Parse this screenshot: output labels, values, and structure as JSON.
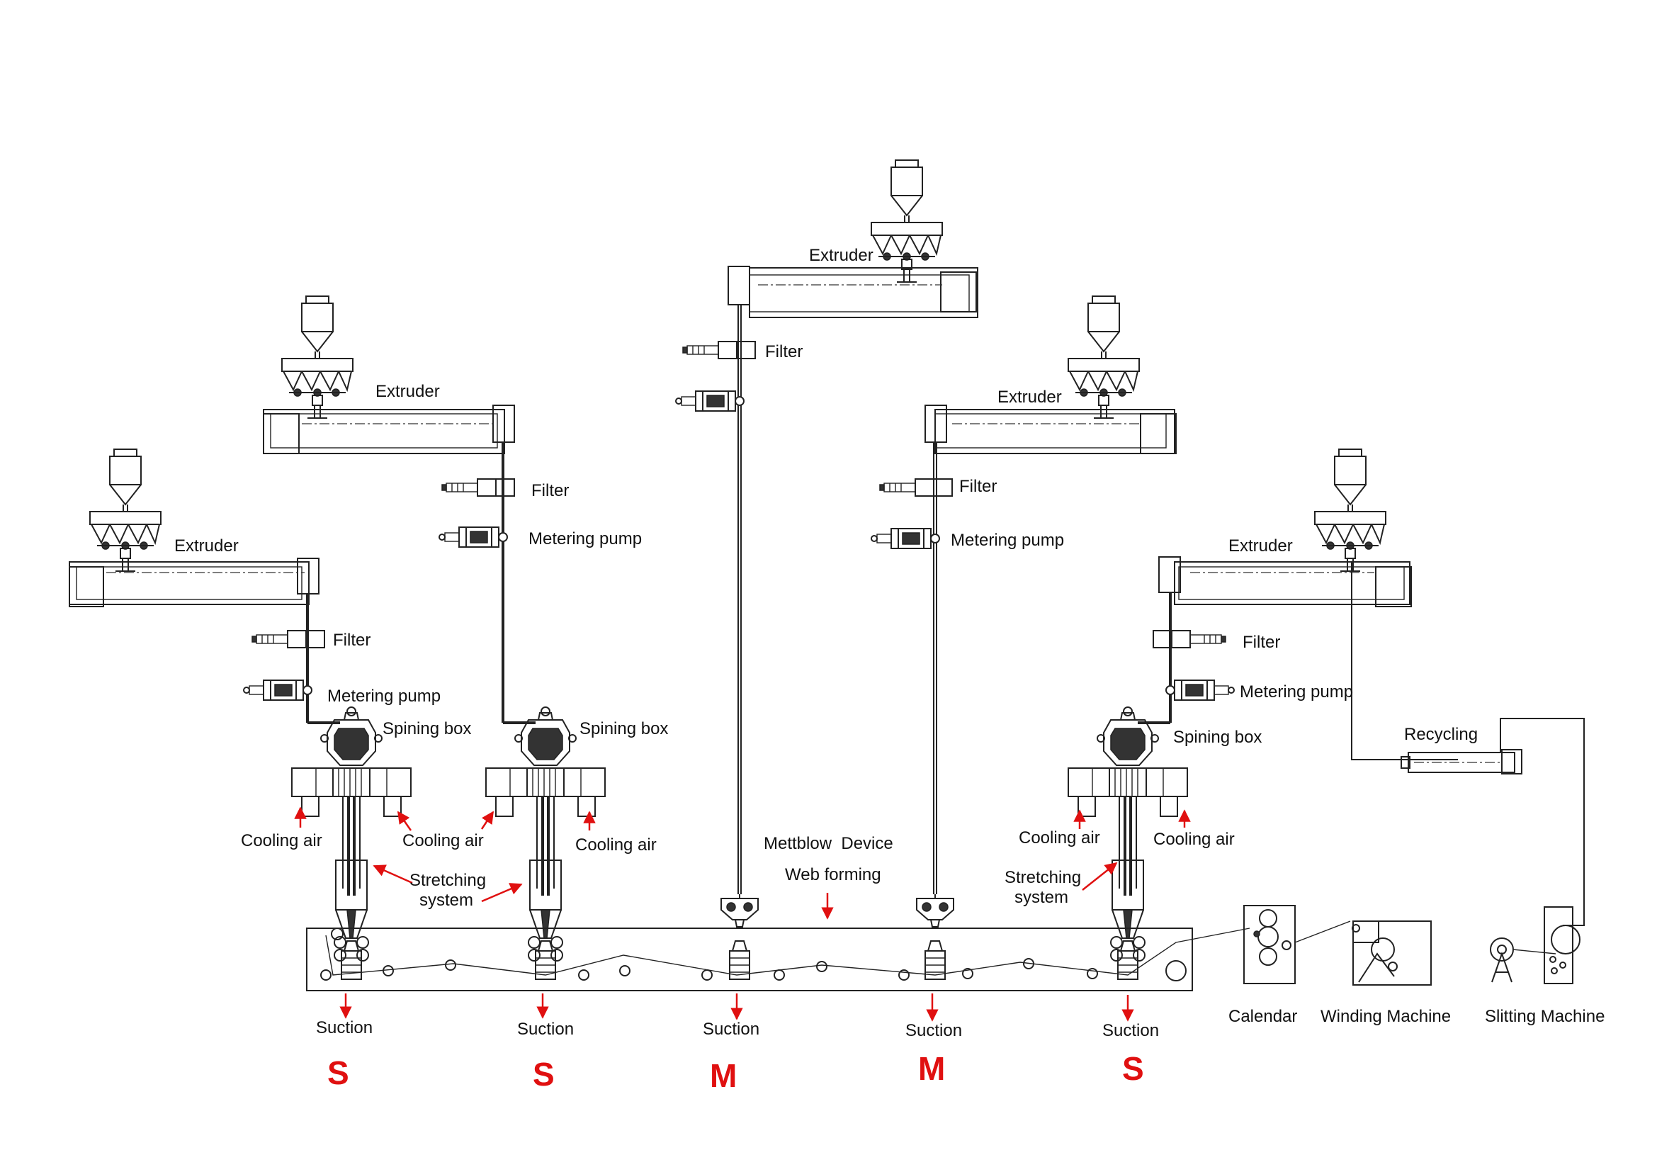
{
  "colors": {
    "line": "#222222",
    "arrow": "#e01010",
    "background": "#ffffff"
  },
  "labels": {
    "extruder_1": "Extruder",
    "extruder_2": "Extruder",
    "extruder_3": "Extruder",
    "extruder_4": "Extruder",
    "extruder_5": "Extruder",
    "filter_1": "Filter",
    "filter_2": "Filter",
    "filter_3": "Filter",
    "filter_4": "Filter",
    "filter_5": "Filter",
    "metering_1": "Metering pump",
    "metering_2": "Metering pump",
    "metering_4": "Metering pump",
    "metering_5": "Metering pump",
    "spinning_1": "Spining box",
    "spinning_2": "Spining box",
    "spinning_5": "Spining box",
    "cooling_1a": "Cooling air",
    "cooling_1b": "Cooling air",
    "cooling_2": "Cooling air",
    "cooling_5a": "Cooling air",
    "cooling_5b": "Cooling air",
    "stretching_1_l1": "Stretching",
    "stretching_1_l2": "system",
    "stretching_5_l1": "Stretching",
    "stretching_5_l2": "system",
    "meltblow": "Mettblow  Device",
    "web_forming": "Web forming",
    "recycling": "Recycling",
    "suction_1": "Suction",
    "suction_2": "Suction",
    "suction_3": "Suction",
    "suction_4": "Suction",
    "suction_5": "Suction",
    "calendar": "Calendar",
    "winding": "Winding Machine",
    "slitting": "Slitting Machine",
    "layer_1": "S",
    "layer_2": "S",
    "layer_3": "M",
    "layer_4": "M",
    "layer_5": "S"
  }
}
